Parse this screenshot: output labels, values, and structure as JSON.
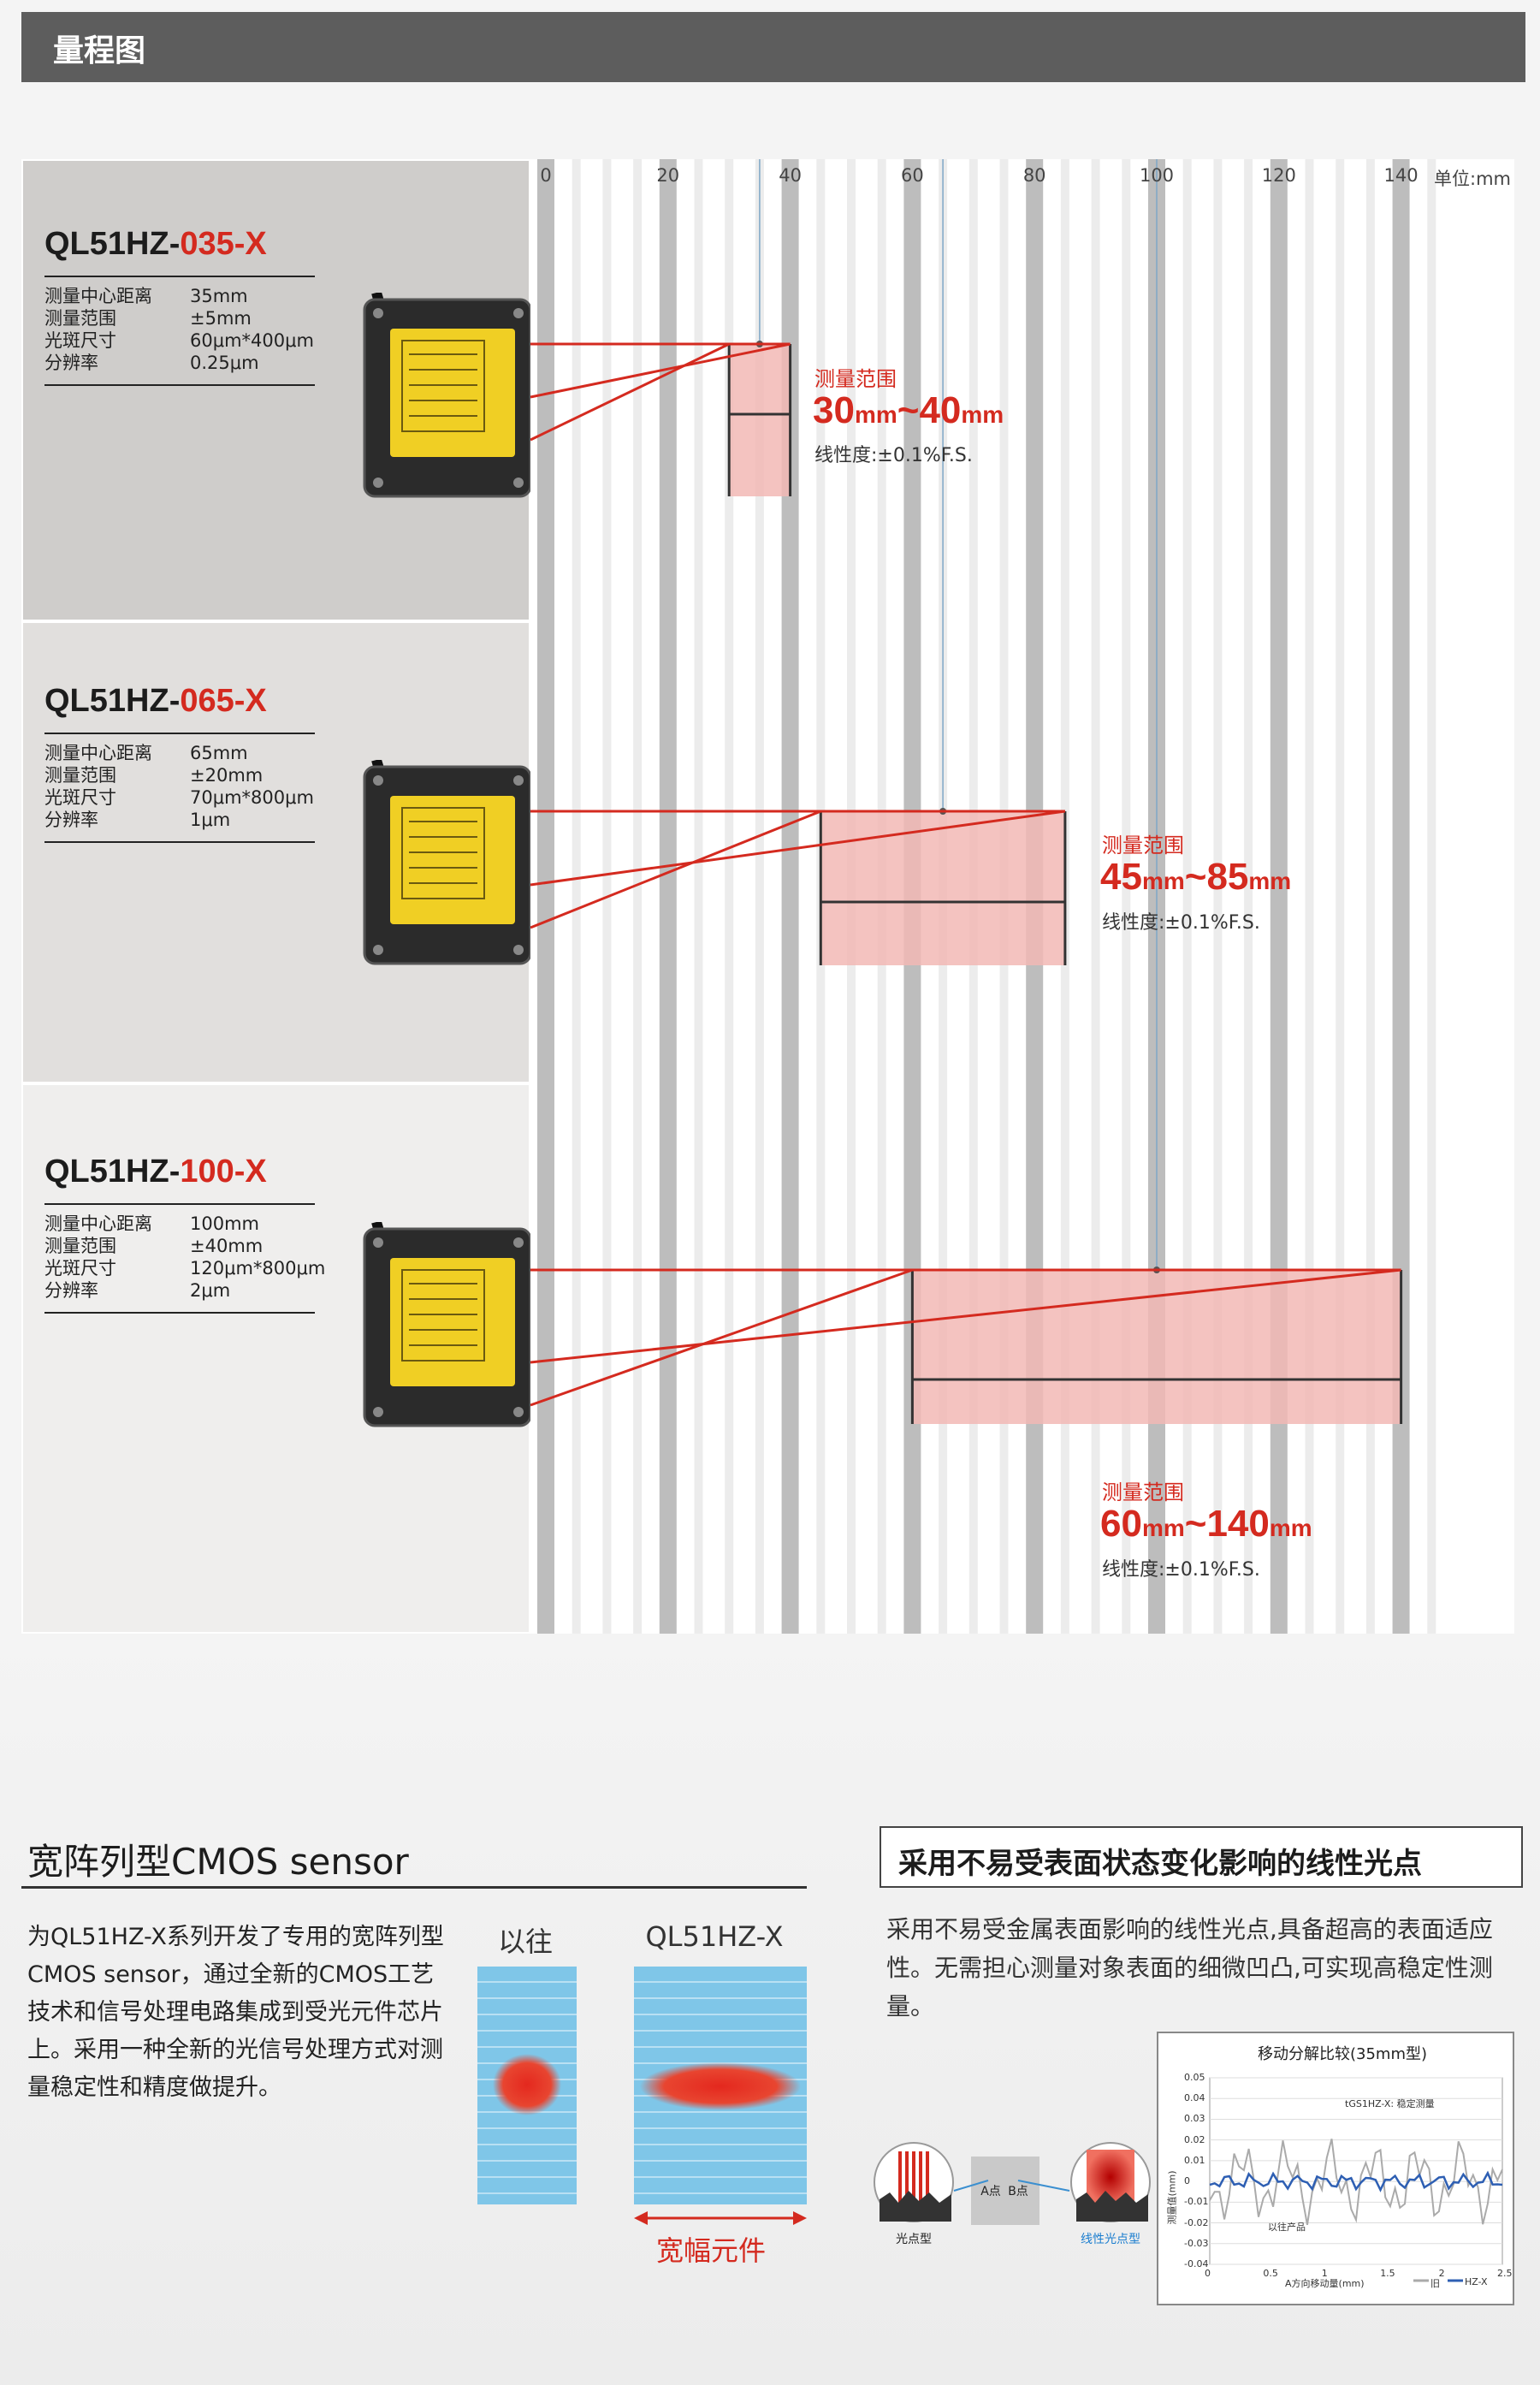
{
  "header": {
    "title": "量程图"
  },
  "axis": {
    "ticks": [
      "0",
      "20",
      "40",
      "60",
      "80",
      "100",
      "120",
      "140"
    ],
    "unit": "单位:mm"
  },
  "models": [
    {
      "name_prefix": "QL51HZ-",
      "name_highlight": "035-X",
      "specs": [
        {
          "label": "测量中心距离",
          "value": "35mm"
        },
        {
          "label": "测量范围",
          "value": "±5mm"
        },
        {
          "label": "光斑尺寸",
          "value": "60μm*400μm"
        },
        {
          "label": "分辨率",
          "value": "0.25μm"
        }
      ],
      "range_label": "测量范围",
      "range_from": "30",
      "range_to": "40",
      "range_unit": "mm",
      "range_sep": "~",
      "range_start": 30,
      "range_center": 35,
      "range_end": 40,
      "linearity": "线性度:±0.1%F.S."
    },
    {
      "name_prefix": "QL51HZ-",
      "name_highlight": "065-X",
      "specs": [
        {
          "label": "测量中心距离",
          "value": "65mm"
        },
        {
          "label": "测量范围",
          "value": "±20mm"
        },
        {
          "label": "光斑尺寸",
          "value": "70μm*800μm"
        },
        {
          "label": "分辨率",
          "value": "1μm"
        }
      ],
      "range_label": "测量范围",
      "range_from": "45",
      "range_to": "85",
      "range_unit": "mm",
      "range_sep": "~",
      "range_start": 45,
      "range_center": 65,
      "range_end": 85,
      "linearity": "线性度:±0.1%F.S."
    },
    {
      "name_prefix": "QL51HZ-",
      "name_highlight": "100-X",
      "specs": [
        {
          "label": "测量中心距离",
          "value": "100mm"
        },
        {
          "label": "测量范围",
          "value": "±40mm"
        },
        {
          "label": "光斑尺寸",
          "value": "120μm*800μm"
        },
        {
          "label": "分辨率",
          "value": "2μm"
        }
      ],
      "range_label": "测量范围",
      "range_from": "60",
      "range_to": "140",
      "range_unit": "mm",
      "range_sep": "~",
      "range_start": 60,
      "range_center": 100,
      "range_end": 140,
      "linearity": "线性度:±0.1%F.S."
    }
  ],
  "cmos": {
    "title": "宽阵列型CMOS sensor",
    "paragraph": "为QL51HZ-X系列开发了专用的宽阵列型CMOS sensor，通过全新的CMOS工艺技术和信号处理电路集成到受光元件芯片上。采用一种全新的光信号处理方式对测量稳定性和精度做提升。",
    "old_label": "以往",
    "new_label": "QL51HZ-X",
    "wide_label": "宽幅元件"
  },
  "linespot": {
    "title": "采用不易受表面状态变化影响的线性光点",
    "paragraph": "采用不易受金属表面影响的线性光点,具备超高的表面适应性。无需担心测量对象表面的细微凹凸,可实现高稳定性测量。",
    "dot_label": "光点型",
    "line_label": "线性光点型",
    "point_a": "A点",
    "point_b": "B点",
    "mini_chart": {
      "title": "移动分解比较(35mm型)",
      "ylabel": "测量值(mm)",
      "xlabel": "A方向移动量(mm)",
      "yticks": [
        "0.05",
        "0.04",
        "0.03",
        "0.02",
        "0.01",
        "0",
        "-0.01",
        "-0.02",
        "-0.03",
        "-0.04"
      ],
      "xticks": [
        "0",
        "0.5",
        "1",
        "1.5",
        "2",
        "2.5"
      ],
      "annot_new": "tGS1HZ-X: 稳定测量",
      "annot_old": "以往产品",
      "legend_old": "旧",
      "legend_new": "HZ-X"
    }
  },
  "colors": {
    "accent": "#d42a1f",
    "header": "#5d5d5d",
    "range_fill": "#f2b8b5"
  }
}
